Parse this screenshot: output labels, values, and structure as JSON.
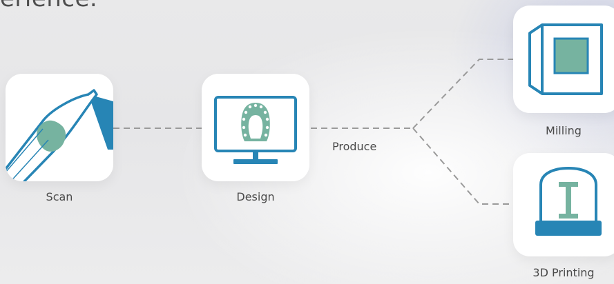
{
  "heading_fragment": "erience.",
  "nodes": {
    "scan": {
      "label": "Scan",
      "icon": "intraoral-scanner-icon"
    },
    "design": {
      "label": "Design",
      "icon": "monitor-dental-arch-icon"
    },
    "milling": {
      "label": "Milling",
      "icon": "milling-machine-icon"
    },
    "printing": {
      "label": "3D Printing",
      "icon": "3d-printer-icon"
    }
  },
  "edge_label": "Produce",
  "colors": {
    "accent_blue": "#2785b5",
    "accent_teal": "#76b3a0",
    "dash_gray": "#9a9a9a",
    "card": "#ffffff"
  }
}
